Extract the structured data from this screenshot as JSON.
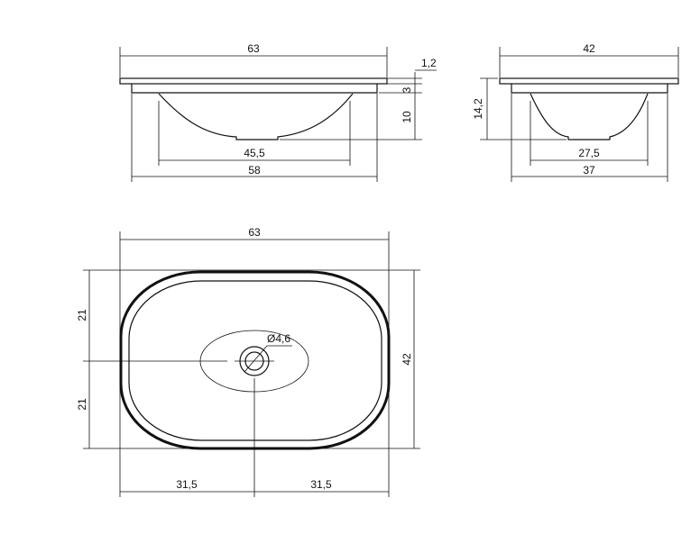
{
  "front_view": {
    "overall_width": "63",
    "rim_thickness": "1,2",
    "rim_drop": "3",
    "bowl_depth": "10",
    "bowl_bottom_width": "45,5",
    "body_width": "58"
  },
  "side_view": {
    "overall_width": "42",
    "total_height": "14,2",
    "bowl_bottom_width": "27,5",
    "body_width": "37"
  },
  "plan_view": {
    "overall_width": "63",
    "overall_depth": "42",
    "half_depth_top": "21",
    "half_depth_bottom": "21",
    "half_width_left": "31,5",
    "half_width_right": "31,5",
    "drain_diameter": "Ø4,6"
  }
}
